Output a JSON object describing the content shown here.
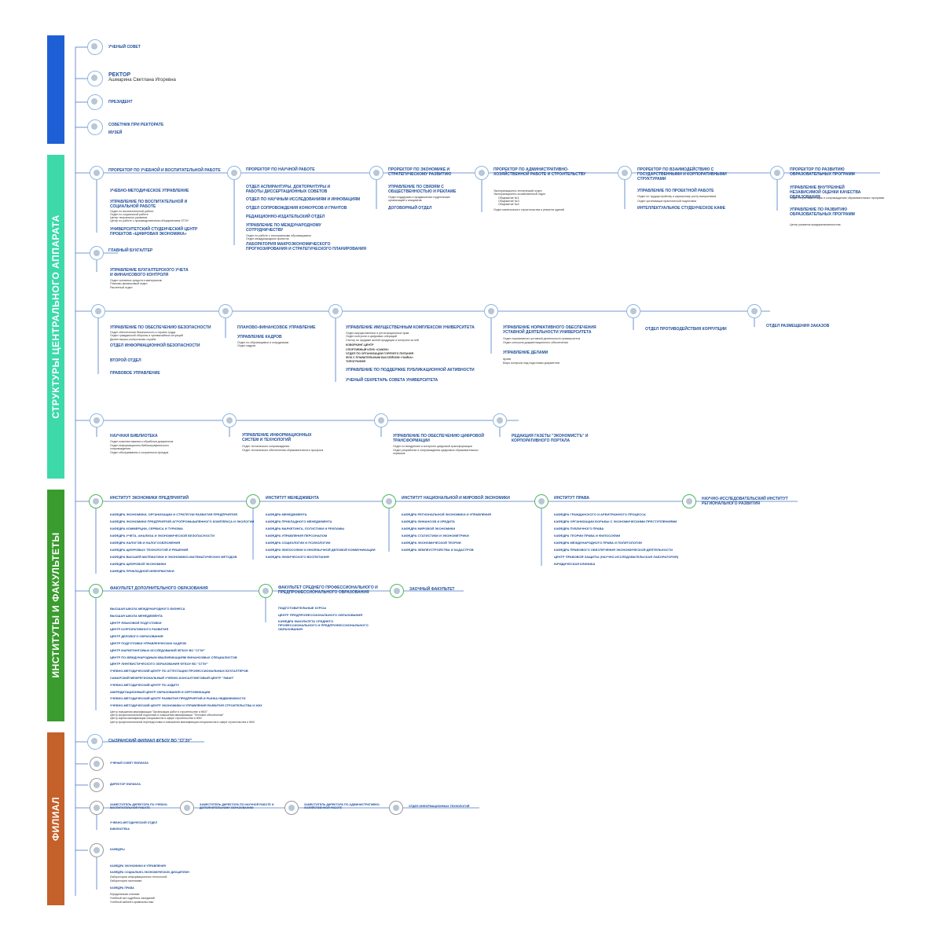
{
  "bands": {
    "top": {
      "color": "#1f5fd6",
      "label": ""
    },
    "central": {
      "color": "#3dd9a8",
      "label": "СТРУКТУРЫ ЦЕНТРАЛЬНОГО АППАРАТА"
    },
    "institutes": {
      "color": "#3a9c2e",
      "label": "ИНСТИТУТЫ И ФАКУЛЬТЕТЫ"
    },
    "branch": {
      "color": "#c4602a",
      "label": "ФИЛИАЛ"
    }
  },
  "top": {
    "council": "УЧЕНЫЙ СОВЕТ",
    "rector": "РЕКТОР",
    "rector_name": "Ашмарина Светлана Игоревна",
    "president": "ПРЕЗИДЕНТ",
    "adviser": "СОВЕТНИК ПРИ РЕКТОРАТЕ",
    "museum": "МУЗЕЙ"
  },
  "central": {
    "row1": [
      {
        "title": "ПРОРЕКТОР ПО УЧЕБНОЙ И ВОСПИТАТЕЛЬНОЙ РАБОТЕ",
        "items": [
          "УЧЕБНО-МЕТОДИЧЕСКОЕ УПРАВЛЕНИЕ",
          "УПРАВЛЕНИЕ ПО ВОСПИТАТЕЛЬНОЙ И СОЦИАЛЬНОЙ РАБОТЕ",
          "УНИВЕРСИТЕТСКИЙ СТУДЕНЧЕСКИЙ ЦЕНТР ПРОЕКТОВ «ЦИФРОВАЯ ЭКОНОМИКА»"
        ],
        "sub": [
          "Отдел по воспитательной работе",
          "Отдел по социальной работе",
          "Центр творческого развития",
          "Центр по работе с производственным объединением ОТЭУ"
        ]
      },
      {
        "title": "ПРОРЕКТОР ПО НАУЧНОЙ РАБОТЕ",
        "items": [
          "ОТДЕЛ АСПИРАНТУРЫ, ДОКТОРАНТУРЫ И РАБОТЫ ДИССЕРТАЦИОННЫХ СОВЕТОВ",
          "ОТДЕЛ ПО НАУЧНЫМ ИССЛЕДОВАНИЯМ И ИННОВАЦИЯМ",
          "ОТДЕЛ СОПРОВОЖДЕНИЯ КОНКУРСОВ И ГРАНТОВ",
          "РЕДАКЦИОННО-ИЗДАТЕЛЬСКИЙ ОТДЕЛ",
          "УПРАВЛЕНИЕ ПО МЕЖДУНАРОДНОМУ СОТРУДНИЧЕСТВУ",
          "ЛАБОРАТОРИЯ МАКРОЭКОНОМИЧЕСКОГО ПРОГНОЗИРОВАНИЯ И СТРАТЕГИЧЕСКОГО ПЛАНИРОВАНИЯ"
        ],
        "sub": [
          "Отдел по работе с иностранными обучающимися",
          "Отдел международных проектов"
        ]
      },
      {
        "title": "ПРОРЕКТОР ПО ЭКОНОМИКЕ И СТРАТЕГИЧЕСКОМУ РАЗВИТИЮ",
        "items": [
          "УПРАВЛЕНИЕ ПО СВЯЗЯМ С ОБЩЕСТВЕННОСТЬЮ И РЕКЛАМЕ",
          "ДОГОВОРНЫЙ ОТДЕЛ"
        ],
        "sub": [
          "Отдел поддержки и продвижения студенческих организаций и инициатив"
        ]
      },
      {
        "title": "ПРОРЕКТОР ПО АДМИНИСТРАТИВНО-ХОЗЯЙСТВЕННОЙ РАБОТЕ И СТРОИТЕЛЬСТВУ",
        "items": [],
        "sub": [
          "Эксплуатационно-технический отдел",
          "Эксплуатационно-хозяйственный отдел",
          "Общежитие №1",
          "Общежитие №3",
          "Общежитие №4",
          "Отдел капитального строительства и ремонта зданий"
        ]
      },
      {
        "title": "ПРОРЕКТОР ПО ВЗАИМОДЕЙСТВИЮ С ГОСУДАРСТВЕННЫМИ И КОРПОРАТИВНЫМИ СТРУКТУРАМИ",
        "items": [
          "УПРАВЛЕНИЕ ПО ПРОЕКТНОЙ РАБОТЕ",
          "ИНТЕЛЛЕКТУАЛЬНОЕ СТУДЕНЧЕСКОЕ КАФЕ"
        ],
        "sub": [
          "Отдел по трудоустройству и карьерному росту выпускников",
          "Отдел организации практической подготовки"
        ]
      },
      {
        "title": "ПРОРЕКТОР ПО РАЗВИТИЮ ОБРАЗОВАТЕЛЬНЫХ ПРОГРАММ",
        "items": [
          "УПРАВЛЕНИЕ ВНУТРЕННЕЙ НЕЗАВИСИМОЙ ОЦЕНКИ КАЧЕСТВА ОБРАЗОВАНИЯ",
          "УПРАВЛЕНИЕ ПО РАЗВИТИЮ ОБРАЗОВАТЕЛЬНЫХ ПРОГРАММ"
        ],
        "sub": [
          "Отдел по регламентации и сопровождению образовательных программ",
          "Центр развития предпринимательства"
        ]
      }
    ],
    "accountant": {
      "title": "ГЛАВНЫЙ БУХГАЛТЕР",
      "item": "УПРАВЛЕНИЕ БУХГАЛТЕРСКОГО УЧЕТА И ФИНАНСОВОГО КОНТРОЛЯ",
      "sub": [
        "Отдел основных средств и материалов",
        "Планово-финансовый отдел",
        "Расчетный отдел"
      ]
    },
    "row2": [
      {
        "items": [
          "УПРАВЛЕНИЕ ПО ОБЕСПЕЧЕНИЮ БЕЗОПАСНОСТИ",
          "ОТДЕЛ ИНФОРМАЦИОННОЙ БЕЗОПАСНОСТИ",
          "ВТОРОЙ ОТДЕЛ",
          "ПРАВОВОЕ УПРАВЛЕНИЕ"
        ],
        "sub": [
          "Отдел обеспечения безопасности и охраны труда",
          "Отдел гражданской обороны и чрезвычайных ситуаций",
          "Диспетчерско-контрольная служба"
        ]
      },
      {
        "items": [
          "ПЛАНОВО-ФИНАНСОВОЕ УПРАВЛЕНИЕ",
          "УПРАВЛЕНИЕ КАДРОВ"
        ],
        "sub": [
          "Отдел по обучающимся и сотрудникам",
          "Отдел кадров"
        ]
      },
      {
        "items": [
          "УПРАВЛЕНИЕ ИМУЩЕСТВЕННЫМ КОМПЛЕКСОМ УНИВЕРСИТЕТА",
          "УПРАВЛЕНИЕ ПО ПОДДЕРЖКЕ ПУБЛИКАЦИОННОЙ АКТИВНОСТИ",
          "УЧЕНЫЙ СЕКРЕТАРЬ СОВЕТА УНИВЕРСИТЕТА"
        ],
        "sub": [
          "Отдел имущественных и регистрационных прав",
          "Отдел контроля и цифровых операций",
          "Сектор по продаже жилой продукции и контроля за ней",
          "КОВОРКИНГ-ЦЕНТР",
          "СПОРТИВНЫЙ КЛУБ «САМЭК»",
          "ОТДЕЛ ПО ОРГАНИЗАЦИИ ГОРЯЧЕГО ПИТАНИЯ",
          "ФОК С ПЛАВАТЕЛЬНЫМ БАССЕЙНОМ «ЧАЙКА»",
          "ТИПОГРАФИЯ"
        ]
      },
      {
        "items": [
          "УПРАВЛЕНИЕ НОРМАТИВНОГО ОБЕСПЕЧЕНИЯ УСТАВНОЙ ДЕЯТЕЛЬНОСТИ УНИВЕРСИТЕТА",
          "УПРАВЛЕНИЕ ДЕЛАМИ"
        ],
        "sub": [
          "Отдел нормативного уставной деятельности университета",
          "Отдел контроля документационного обеспечения",
          "Архив",
          "Бюро контроля над подготовки документов"
        ]
      },
      {
        "items": [
          "ОТДЕЛ ПРОТИВОДЕЙСТВИЯ КОРРУПЦИИ"
        ],
        "sub": []
      },
      {
        "items": [
          "ОТДЕЛ РАЗМЕЩЕНИЯ ЗАКАЗОВ"
        ],
        "sub": []
      }
    ],
    "row3": [
      {
        "items": [
          "НАУЧНАЯ БИБЛИОТЕКА"
        ],
        "sub": [
          "Отдел комплектования и обработки документов",
          "Отдел информационно-библиографического сопровождения",
          "Отдел обслуживания и сохранности фондов"
        ]
      },
      {
        "items": [
          "УПРАВЛЕНИЕ ИНФОРМАЦИОННЫХ СИСТЕМ И ТЕХНОЛОГИЙ"
        ],
        "sub": [
          "Отдел технического сопровождения",
          "Отдел технического обеспечения образовательного процесса"
        ]
      },
      {
        "items": [
          "УПРАВЛЕНИЕ ПО ОБЕСПЕЧЕНИЮ ЦИФРОВОЙ ТРАНСФОРМАЦИИ"
        ],
        "sub": [
          "Отдел по внедрению и контролю цифровой трансформации",
          "Отдел разработки и сопровождения цифровых образовательных сервисов"
        ]
      },
      {
        "items": [
          "РЕДАКЦИЯ ГАЗЕТЫ \"ЭКОНОМИСТЪ\" И КОРПОРАТИВНОГО ПОРТАЛА"
        ],
        "sub": []
      }
    ]
  },
  "institutes": {
    "row1": [
      {
        "title": "ИНСТИТУТ ЭКОНОМИКИ ПРЕДПРИЯТИЙ",
        "items": [
          "КАФЕДРА ЭКОНОМИКИ, ОРГАНИЗАЦИИ И СТРАТЕГИИ РАЗВИТИЯ ПРЕДПРИЯТИЯ",
          "КАФЕДРА ЭКОНОМИКИ ПРЕДПРИЯТИЙ АГРОПРОМЫШЛЕННОГО КОМПЛЕКСА И ЭКОЛОГИИ",
          "КАФЕДРА КОММЕРЦИИ, СЕРВИСА И ТУРИЗМА",
          "КАФЕДРА УЧЕТА, АНАЛИЗА И ЭКОНОМИЧЕСКОЙ БЕЗОПАСНОСТИ",
          "КАФЕДРА НАЛОГОВ И НАЛОГООБЛОЖЕНИЯ",
          "КАФЕДРА ЦИФРОВЫХ ТЕХНОЛОГИЙ И РЕШЕНИЙ",
          "КАФЕДРА ВЫСШЕЙ МАТЕМАТИКИ И ЭКОНОМИКО-МАТЕМАТИЧЕСКИХ МЕТОДОВ",
          "КАФЕДРА ЦИФРОВОЙ ЭКОНОМИКИ",
          "КАФЕДРА ПРИКЛАДНОЙ ИНФОРМАТИКИ"
        ]
      },
      {
        "title": "ИНСТИТУТ МЕНЕДЖМЕНТА",
        "items": [
          "КАФЕДРА МЕНЕДЖМЕНТА",
          "КАФЕДРА ПРИКЛАДНОГО МЕНЕДЖМЕНТА",
          "КАФЕДРА МАРКЕТИНГА, ЛОГИСТИКИ И РЕКЛАМЫ",
          "КАФЕДРА УПРАВЛЕНИЯ ПЕРСОНАЛОМ",
          "КАФЕДРА СОЦИОЛОГИИ И ПСИХОЛОГИИ",
          "КАФЕДРА ФИЛОСОФИИ И ИНОЯЗЫЧНОЙ ДЕЛОВОЙ КОММУНИКАЦИИ",
          "КАФЕДРА ФИЗИЧЕСКОГО ВОСПИТАНИЯ"
        ]
      },
      {
        "title": "ИНСТИТУТ НАЦИОНАЛЬНОЙ И МИРОВОЙ ЭКОНОМИКИ",
        "items": [
          "КАФЕДРА РЕГИОНАЛЬНОЙ ЭКОНОМИКИ И УПРАВЛЕНИЯ",
          "КАФЕДРА ФИНАНСОВ И КРЕДИТА",
          "КАФЕДРА МИРОВОЙ ЭКОНОМИКИ",
          "КАФЕДРА СТАТИСТИКИ И ЭКОНОМЕТРИКИ",
          "КАФЕДРА ЭКОНОМИЧЕСКОЙ ТЕОРИИ",
          "КАФЕДРА ЗЕМЛЕУСТРОЙСТВА И КАДАСТРОВ"
        ]
      },
      {
        "title": "ИНСТИТУТ ПРАВА",
        "items": [
          "КАФЕДРА ГРАЖДАНСКОГО И АРБИТРАЖНОГО ПРОЦЕССА",
          "КАФЕДРА ОРГАНИЗАЦИИ БОРЬБЫ С ЭКОНОМИЧЕСКИМИ ПРЕСТУПЛЕНИЯМИ",
          "КАФЕДРА ПУБЛИЧНОГО ПРАВА",
          "КАФЕДРА ТЕОРИИ ПРАВА И ФИЛОСОФИИ",
          "КАФЕДРА МЕЖДУНАРОДНОГО ПРАВА И ПОЛИТОЛОГИИ",
          "КАФЕДРА ПРАВОВОГО ОБЕСПЕЧЕНИЯ ЭКОНОМИЧЕСКОЙ ДЕЯТЕЛЬНОСТИ",
          "ЦЕНТР ПРАВОВОЙ ЗАЩИТЫ (НАУЧНО-ИССЛЕДОВАТЕЛЬСКАЯ ЛАБОРАТОРИЯ)",
          "ЮРИДИЧЕСКАЯ КЛИНИКА"
        ]
      },
      {
        "title": "НАУЧНО-ИССЛЕДОВАТЕЛЬСКИЙ ИНСТИТУТ РЕГИОНАЛЬНОГО РАЗВИТИЯ",
        "items": []
      }
    ],
    "row2": [
      {
        "title": "ФАКУЛЬТЕТ ДОПОЛНИТЕЛЬНОГО ОБРАЗОВАНИЯ",
        "items": [
          "ВЫСШАЯ ШКОЛА МЕЖДУНАРОДНОГО БИЗНЕСА",
          "ВЫСШАЯ ШКОЛА МЕНЕДЖМЕНТА",
          "ЦЕНТР ЯЗЫКОВОЙ ПОДГОТОВКИ",
          "ЦЕНТР КОРПОРАТИВНОГО РАЗВИТИЯ",
          "ЦЕНТР ДЕЛОВОГО ОБРАЗОВАНИЯ",
          "ЦЕНТР ПОДГОТОВКИ УПРАВЛЕНЧЕСКИХ КАДРОВ",
          "ЦЕНТР МАРКЕТИНГОВЫХ ИССЛЕДОВАНИЙ ФГБОУ ВО \"СГЭУ\"",
          "ЦЕНТР ПО МЕЖДУНАРОДНЫМ КВАЛИФИКАЦИЯМ ФИНАНСОВЫХ СПЕЦИАЛИСТОВ",
          "ЦЕНТР ЛИНГВИСТИЧЕСКОГО ОБРАЗОВАНИЯ ФГБОУ ВО \"СГЭУ\"",
          "УЧЕБНО-МЕТОДИЧЕСКИЙ ЦЕНТР ПО АТТЕСТАЦИИ ПРОФЕССИОНАЛЬНЫХ БУХГАЛТЕРОВ",
          "САМАРСКИЙ МЕЖРЕГИОНАЛЬНЫЙ УЧЕБНО-КОНСАЛТИНГОВЫЙ ЦЕНТР \"ЭМАН\"",
          "УЧЕБНО-МЕТОДИЧЕСКИЙ ЦЕНТР ПО АУДИТУ",
          "АККРЕДИТАЦИОННЫЙ ЦЕНТР ОБРАЗОВАНИЯ И СЕРТИФИКАЦИИ",
          "УЧЕБНО-МЕТОДИЧЕСКИЙ ЦЕНТР РАЗВИТИЯ ПРЕДПРИЯТИЙ И РЫНКА НЕДВИЖИМОСТИ",
          "УЧЕБНО-МЕТОДИЧЕСКИЙ ЦЕНТР ЭКОНОМИКИ И УПРАВЛЕНИЯ РАЗВИТИЯ СТРОИТЕЛЬСТВА И ЖКХ"
        ],
        "sub": [
          "Центр повышения квалификации \"Организация работ в строительстве и ЖКХ\"",
          "Центр профессиональной подготовки и повышения квалификации \"Тепловое обеспечение\"",
          "Центр оценки квалификации специалистов в сфере строительства и ЖКХ",
          "Центр профессиональной переподготовки и повышения квалификации специалистов в сфере строительства и ЖКХ"
        ]
      },
      {
        "title": "ФАКУЛЬТЕТ СРЕДНЕГО ПРОФЕССИОНАЛЬНОГО И ПРЕДПРОФЕССИОНАЛЬНОГО ОБРАЗОВАНИЯ",
        "items": [
          "ПОДГОТОВИТЕЛЬНЫЕ КУРСЫ",
          "ЦЕНТР ПРЕДПРОФЕССИОНАЛЬНОГО ОБРАЗОВАНИЯ",
          "КАФЕДРА ФАКУЛЬТЕТА СРЕДНЕГО ПРОФЕССИОНАЛЬНОГО И ПРЕДПРОФЕССИОНАЛЬНОГО ОБРАЗОВАНИЯ"
        ]
      },
      {
        "title": "ЗАОЧНЫЙ ФАКУЛЬТЕТ",
        "items": []
      }
    ]
  },
  "branch": {
    "title": "СЫЗРАНСКИЙ ФИЛИАЛ ФГБОУ ВО \"СГЭУ\"",
    "council": "УЧЕНЫЙ СОВЕТ ФИЛИАЛА",
    "director": "ДИРЕКТОР ФИЛИАЛА",
    "deputies": [
      {
        "title": "ЗАМЕСТИТЕЛЬ ДИРЕКТОРА ПО УЧЕБНО-ВОСПИТАТЕЛЬНОЙ РАБОТЕ",
        "items": [
          "УЧЕБНО-МЕТОДИЧЕСКИЙ ОТДЕЛ",
          "БИБЛИОТЕКА"
        ]
      },
      {
        "title": "ЗАМЕСТИТЕЛЬ ДИРЕКТОРА ПО НАУЧНОЙ РАБОТЕ И ДОПОЛНИТЕЛЬНОМУ ОБРАЗОВАНИЮ",
        "items": []
      },
      {
        "title": "ЗАМЕСТИТЕЛЬ ДИРЕКТОРА ПО АДМИНИСТРАТИВНО-ХОЗЯЙСТВЕННОЙ РАБОТЕ",
        "items": []
      },
      {
        "title": "ОТДЕЛ ИНФОРМАЦИОННЫХ ТЕХНОЛОГИЙ",
        "items": []
      }
    ],
    "chairs": "КАФЕДРЫ",
    "chair_items": [
      {
        "name": "КАФЕДРА ЭКОНОМИКИ И УПРАВЛЕНИЯ",
        "sub": []
      },
      {
        "name": "КАФЕДРА СОЦИАЛЬНО-ЭКОНОМИЧЕСКИХ ДИСЦИПЛИН",
        "sub": [
          "Лаборатория информационных технологий",
          "Лаборатория экономики"
        ]
      },
      {
        "name": "КАФЕДРА ПРАВА",
        "sub": [
          "Юридическая клиника",
          "Учебный зал судебных заседаний",
          "Учебный кабинет-кримналистики"
        ]
      }
    ]
  }
}
